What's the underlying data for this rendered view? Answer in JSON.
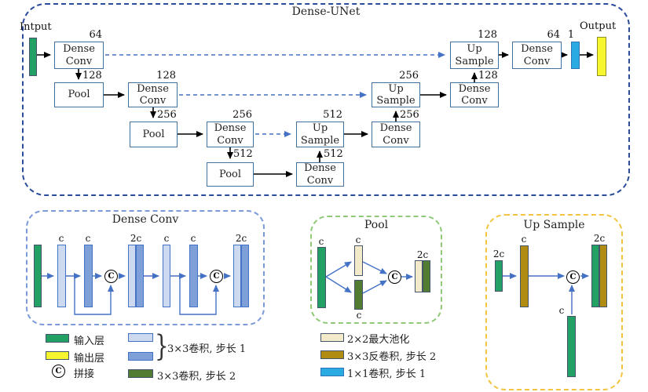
{
  "unet": {
    "title": "Dense-UNet",
    "input_label": "Intput",
    "output_label": "Output",
    "output_channels": "1",
    "boxes": [
      {
        "label": "Dense Conv",
        "channels": "64"
      },
      {
        "label": "Pool"
      },
      {
        "label": "Dense Conv",
        "channels": "128"
      },
      {
        "label": "Pool"
      },
      {
        "label": "Dense Conv",
        "channels": "256"
      },
      {
        "label": "Pool"
      },
      {
        "label": "Dense Conv"
      },
      {
        "label": "Up Sample",
        "channels": "512"
      },
      {
        "label": "Dense Conv"
      },
      {
        "label": "Up Sample",
        "channels": "256"
      },
      {
        "label": "Dense Conv"
      },
      {
        "label": "Up Sample",
        "channels": "128"
      },
      {
        "label": "Dense Conv",
        "channels": "64"
      }
    ],
    "edge_labels": [
      "128",
      "256",
      "512",
      "512",
      "256",
      "128"
    ]
  },
  "panels": {
    "dense_conv": {
      "title": "Dense Conv",
      "bar_labels": [
        "c",
        "c",
        "2c",
        "c",
        "c",
        "2c"
      ]
    },
    "pool": {
      "title": "Pool",
      "bar_labels": [
        "c",
        "c",
        "c",
        "2c"
      ]
    },
    "up_sample": {
      "title": "Up Sample",
      "bar_labels": [
        "2c",
        "c",
        "c",
        "2c"
      ]
    }
  },
  "concat_symbol": "C",
  "legend": {
    "items": [
      {
        "label": "输入层"
      },
      {
        "label": "输出层"
      },
      {
        "label": "拼接"
      },
      {
        "label": "3×3卷积, 步长 1"
      },
      {
        "label": "3×3卷积, 步长 2"
      },
      {
        "label": "2×2最大池化"
      },
      {
        "label": "3×3反卷积, 步长 2"
      },
      {
        "label": "1×1卷积, 步长 1"
      }
    ]
  },
  "colors": {
    "input_green": "#23A164",
    "output_yellow": "#F7F62E",
    "conv1x1_cyan": "#29ABE2",
    "conv_light_blue": "#CDD9EF",
    "conv_medium_blue": "#7F9FD8",
    "conv_stride2_green": "#537C33",
    "maxpool_cream": "#F2EAC9",
    "deconv_olive": "#B08C12",
    "arrow_blue": "#4472C4",
    "unet_border": "#2B4B9B",
    "dense_panel_border": "#7B9BD8",
    "pool_panel_border": "#90C978",
    "upsample_panel_border": "#F2C43F"
  }
}
